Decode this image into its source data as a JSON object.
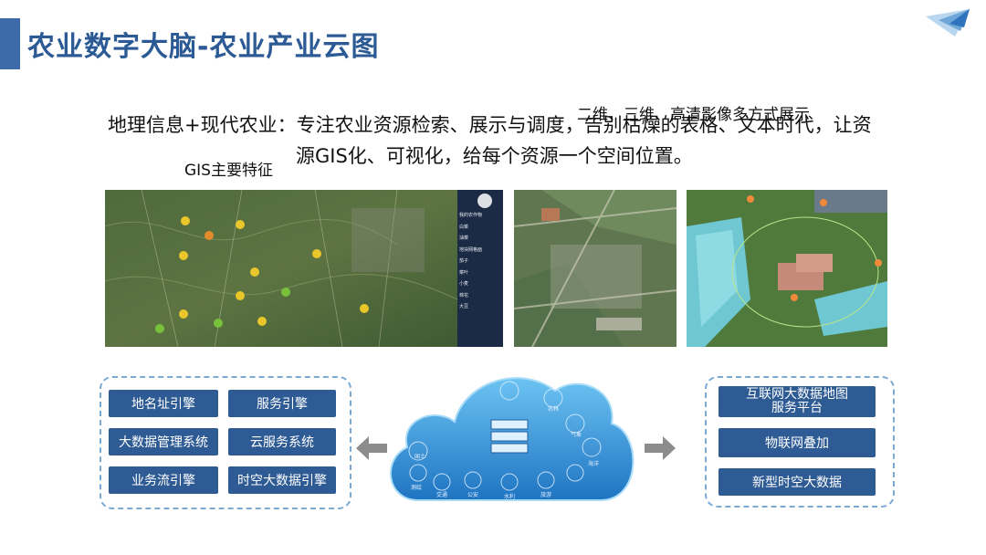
{
  "header": {
    "title": "农业数字大脑-农业产业云图"
  },
  "description": {
    "line1": "地理信息+现代农业：专注农业资源检索、展示与调度，告别枯燥的表格、文本时代，让资",
    "line2": "源GIS化、可视化，给每个资源一个空间位置。",
    "overlay_top": "二维、三维、高清影像多方式展示",
    "overlay_left": "GIS主要特征"
  },
  "map_panel": {
    "items": [
      "我的农作物",
      "白菜",
      "油菜",
      "地块网格面",
      "茄子",
      "菜叶",
      "小麦",
      "棉花",
      "大豆"
    ]
  },
  "left_engines": [
    "地名址引擎",
    "服务引擎",
    "大数据管理系统",
    "云服务系统",
    "业务流引擎",
    "时空大数据引擎"
  ],
  "cloud_icons": [
    "国土",
    "农林",
    "气象",
    "海洋",
    "测绘",
    "交通",
    "公安",
    "水利",
    "旅游"
  ],
  "right_items": {
    "item1_line1": "互联网大数据地图",
    "item1_line2": "服务平台",
    "item2": "物联网叠加",
    "item3": "新型时空大数据"
  },
  "colors": {
    "title": "#2c5a95",
    "engine_bg": "#2e5b94",
    "dashed_border": "#7aa9d6",
    "cloud": "#2f8fd8",
    "arrow": "#8c8c8c"
  }
}
